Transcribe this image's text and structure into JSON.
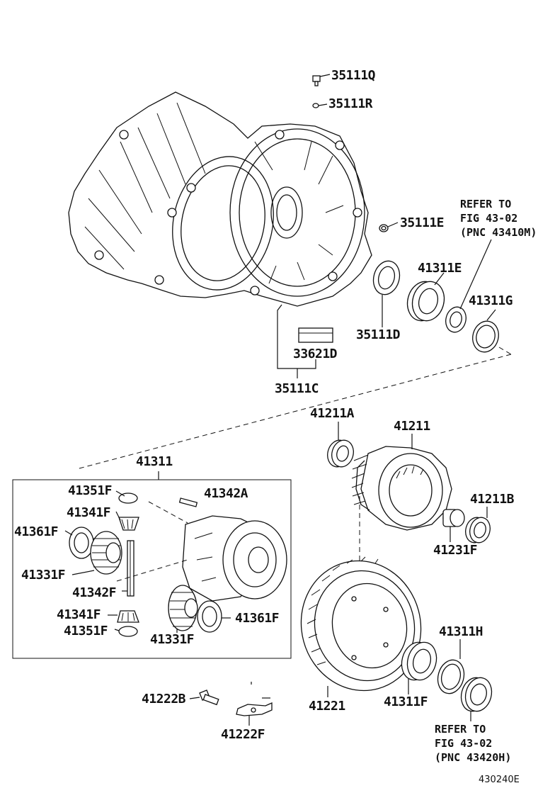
{
  "labels": {
    "p35111Q": "35111Q",
    "p35111R": "35111R",
    "p35111E": "35111E",
    "p41311E": "41311E",
    "p41311G": "41311G",
    "p35111D": "35111D",
    "p33621D": "33621D",
    "p35111C": "35111C",
    "p41211A": "41211A",
    "p41211": "41211",
    "p41311": "41311",
    "p41351F_top": "41351F",
    "p41342A": "41342A",
    "p41341F_top": "41341F",
    "p41361F_left": "41361F",
    "p41331F_left": "41331F",
    "p41342F": "41342F",
    "p41341F_bot": "41341F",
    "p41351F_bot": "41351F",
    "p41331F_bot": "41331F",
    "p41361F_right": "41361F",
    "p41211B": "41211B",
    "p41231F": "41231F",
    "p41311H": "41311H",
    "p41311F": "41311F",
    "p41221": "41221",
    "p41222B": "41222B",
    "p41222F": "41222F"
  },
  "notes": {
    "top": [
      "REFER TO",
      "FIG 43-02",
      "(PNC 43410M)"
    ],
    "bottom": [
      "REFER TO",
      "FIG 43-02",
      "(PNC 43420H)"
    ]
  },
  "figure_ref": "430240E"
}
